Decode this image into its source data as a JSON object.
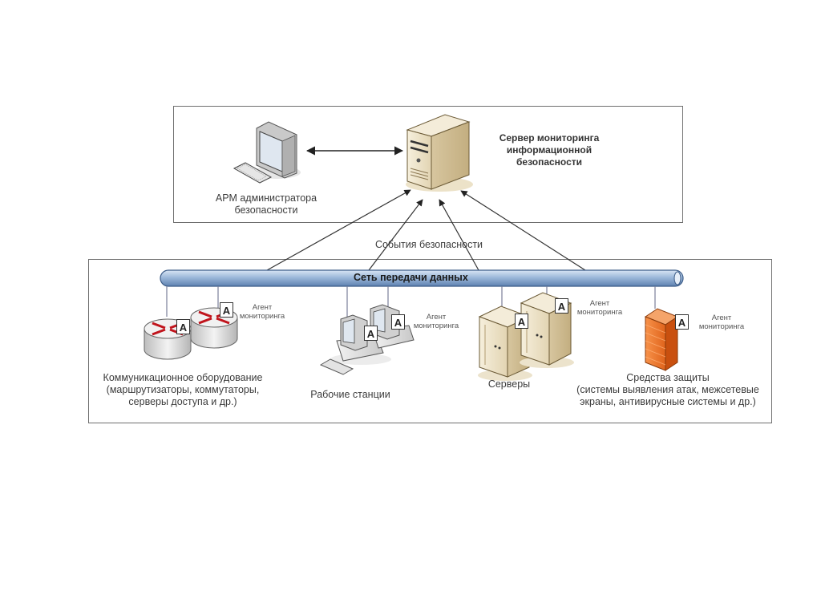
{
  "monitoring_server": {
    "label_lines": [
      "Сервер мониторинга",
      "информационной",
      "безопасности"
    ]
  },
  "admin_workstation": {
    "label_lines": [
      "АРМ администратора",
      "безопасности"
    ]
  },
  "events_label": "События безопасности",
  "network_bus": {
    "label": "Сеть передачи данных"
  },
  "agent_badge": "A",
  "agent_label_lines": [
    "Агент",
    "мониторинга"
  ],
  "groups": [
    {
      "id": "communication-equipment",
      "label_lines": [
        "Коммуникационное оборудование",
        "(маршрутизаторы, коммутаторы,",
        "серверы доступа и др.)"
      ]
    },
    {
      "id": "workstations",
      "label_lines": [
        "Рабочие станции"
      ]
    },
    {
      "id": "servers",
      "label_lines": [
        "Серверы"
      ]
    },
    {
      "id": "security-tools",
      "label_lines": [
        "Средства защиты",
        "(системы выявления атак, межсетевые",
        "экраны, антивирусные системы и др.)"
      ]
    }
  ],
  "colors": {
    "bus": "#9bb7d8",
    "server_beige": "#e8dcc0",
    "firewall": "#f07a2a",
    "router_arrow": "#c0141c"
  }
}
